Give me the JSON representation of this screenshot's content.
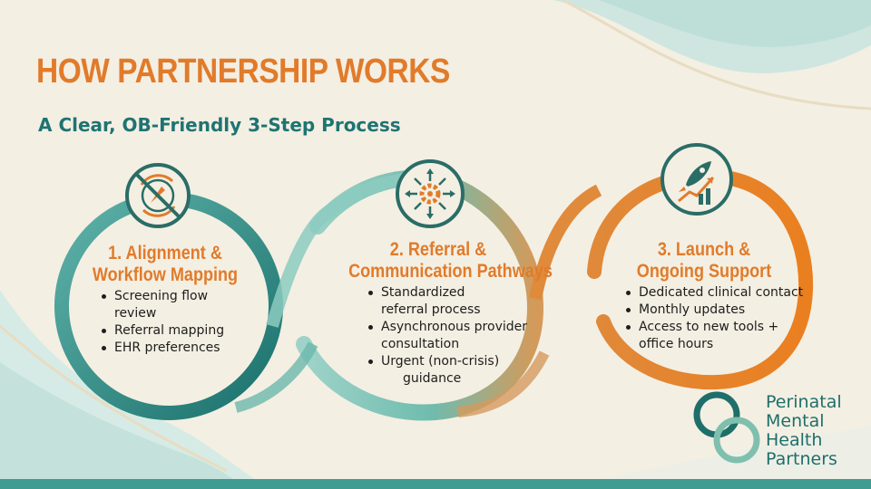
{
  "header": {
    "title": "HOW PARTNERSHIP WORKS",
    "subtitle": "A Clear, OB-Friendly 3-Step Process"
  },
  "steps": [
    {
      "title_lines": [
        "1. Alignment &",
        "Workflow Mapping"
      ],
      "icon": "compass-arrows-icon",
      "bullets": [
        "Screening flow",
        "review",
        "Referral mapping",
        "EHR preferences"
      ]
    },
    {
      "title_lines": [
        "2. Referral &",
        "Communication Pathways"
      ],
      "icon": "gear-network-icon",
      "bullets": [
        "Standardized",
        "referral process",
        "Asynchronous provider",
        "consultation",
        "Urgent (non-crisis)",
        "guidance"
      ]
    },
    {
      "title_lines": [
        "3. Launch &",
        "Ongoing Support"
      ],
      "icon": "rocket-growth-icon",
      "bullets": [
        "Dedicated clinical contact",
        "Monthly updates",
        "Access to new tools +",
        "office hours"
      ]
    }
  ],
  "logo": {
    "lines": [
      "Perinatal",
      "Mental",
      "Health",
      "Partners"
    ],
    "icon": "interlocking-circles-logo-icon"
  },
  "colors": {
    "background": "#f4efe3",
    "title_orange": "#e17b2a",
    "teal_dark": "#1e7472",
    "teal_light": "#8ccbbf",
    "orange": "#e8842c"
  }
}
